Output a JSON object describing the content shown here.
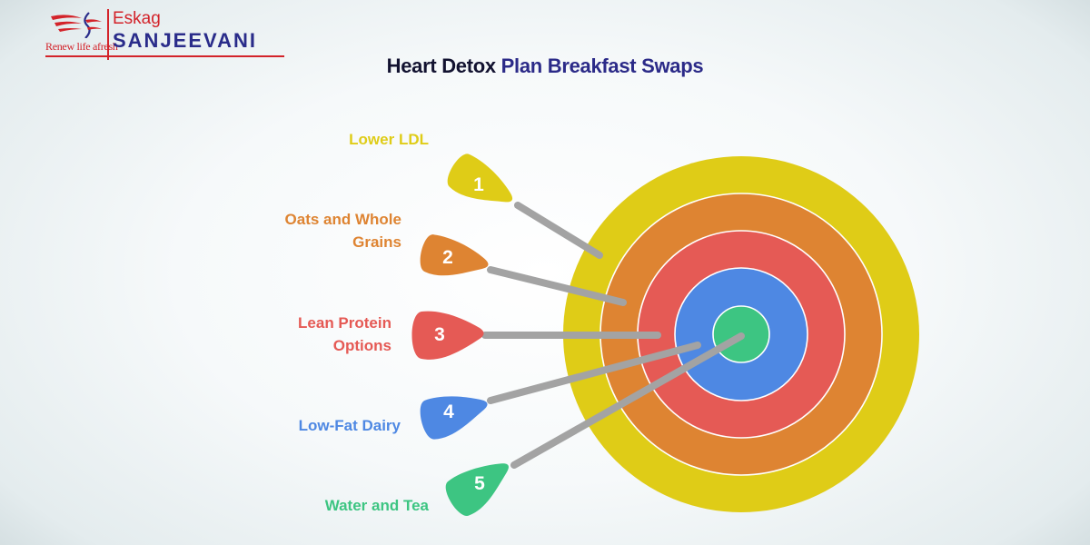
{
  "logo": {
    "tagline": "Renew life afresh",
    "brand_top": "Eskag",
    "brand_bottom": "SANJEEVANI",
    "brand_red": "#d3232a",
    "brand_navy": "#2a2c8a"
  },
  "header": {
    "title_part1": "Heart Detox",
    "title_part2": "Plan Breakfast Swaps"
  },
  "chart_data": {
    "type": "diagram",
    "subtype": "target / bullseye with numbered pins",
    "title": "Heart Detox Plan Breakfast Swaps",
    "items": [
      {
        "number": "1",
        "label": "Lower LDL",
        "color": "#dfcc17",
        "ring": "outermost"
      },
      {
        "number": "2",
        "label": "Oats and Whole Grains",
        "color": "#de8432",
        "ring": "2nd"
      },
      {
        "number": "3",
        "label": "Lean Protein Options",
        "color": "#e55a55",
        "ring": "3rd"
      },
      {
        "number": "4",
        "label": "Low-Fat Dairy",
        "color": "#4e88e3",
        "ring": "4th"
      },
      {
        "number": "5",
        "label": "Water and Tea",
        "color": "#3dc582",
        "ring": "center"
      }
    ]
  },
  "items": [
    {
      "number": "1",
      "label_line1": "Lower LDL",
      "label_line2": ""
    },
    {
      "number": "2",
      "label_line1": "Oats and Whole",
      "label_line2": "Grains"
    },
    {
      "number": "3",
      "label_line1": "Lean Protein",
      "label_line2": "Options"
    },
    {
      "number": "4",
      "label_line1": "Low-Fat Dairy",
      "label_line2": ""
    },
    {
      "number": "5",
      "label_line1": "Water and Tea",
      "label_line2": ""
    }
  ],
  "colors": {
    "yellow": "#dfcc17",
    "orange": "#de8432",
    "red": "#e55a55",
    "blue": "#4e88e3",
    "green": "#3dc582",
    "connector": "#a3a3a3"
  }
}
